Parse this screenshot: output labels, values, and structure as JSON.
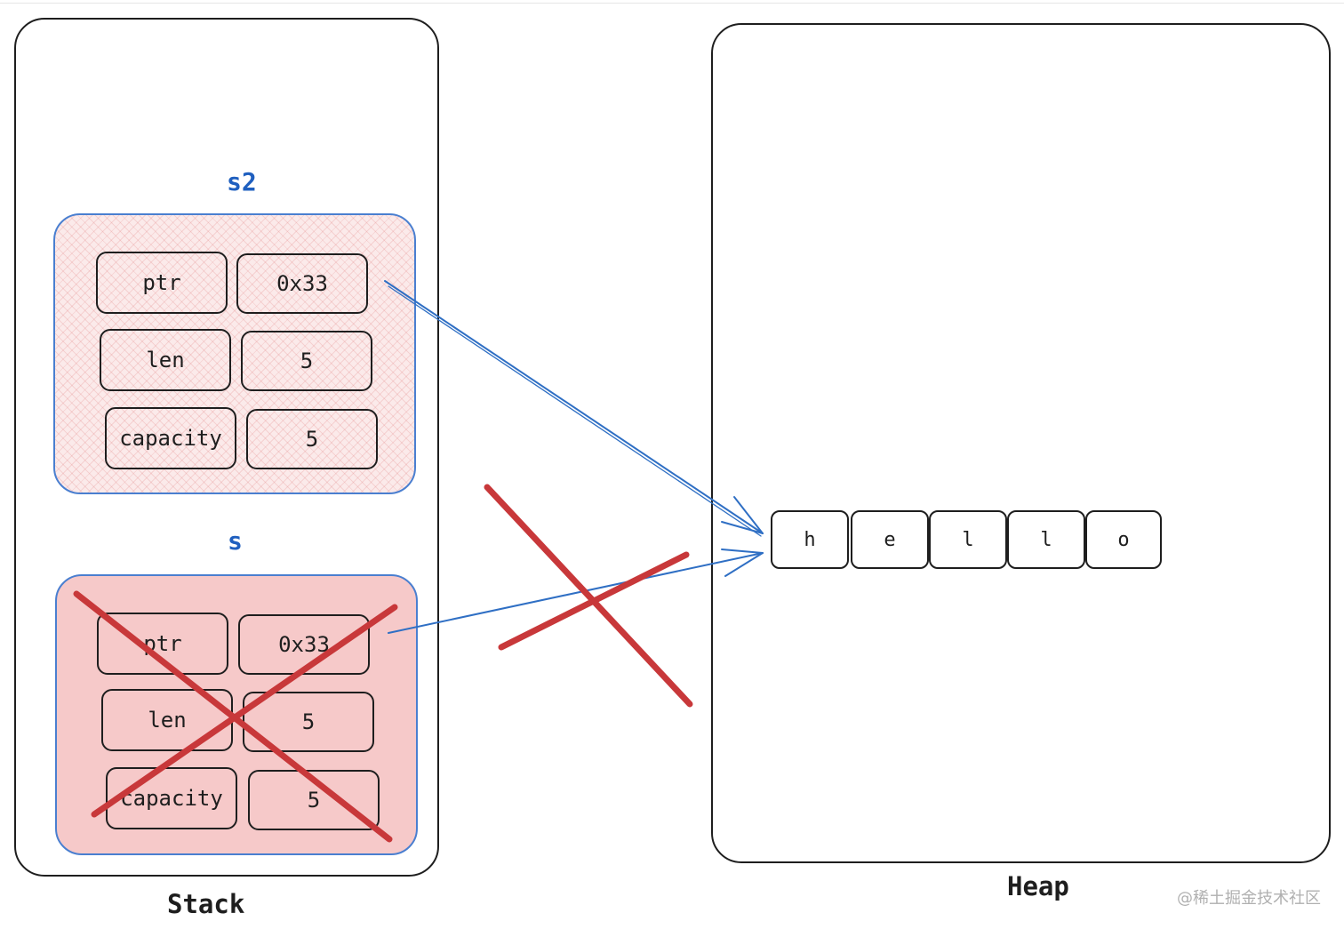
{
  "stack": {
    "label": "Stack",
    "variables": [
      {
        "name": "s2",
        "cells": [
          {
            "field": "ptr",
            "value": "0x33"
          },
          {
            "field": "len",
            "value": "5"
          },
          {
            "field": "capacity",
            "value": "5"
          }
        ],
        "fill": "#fbeaea",
        "crossed_out": false
      },
      {
        "name": "s",
        "cells": [
          {
            "field": "ptr",
            "value": "0x33"
          },
          {
            "field": "len",
            "value": "5"
          },
          {
            "field": "capacity",
            "value": "5"
          }
        ],
        "fill": "#f6c9c9",
        "crossed_out": true
      }
    ]
  },
  "heap": {
    "label": "Heap",
    "chars": [
      "h",
      "e",
      "l",
      "l",
      "o"
    ]
  },
  "colors": {
    "outline": "#1e1e1e",
    "label_blue": "#1f5fbf",
    "arrow_blue": "#2f6fc4",
    "cross_red": "#c8383a"
  },
  "watermark": "@稀土掘金技术社区"
}
